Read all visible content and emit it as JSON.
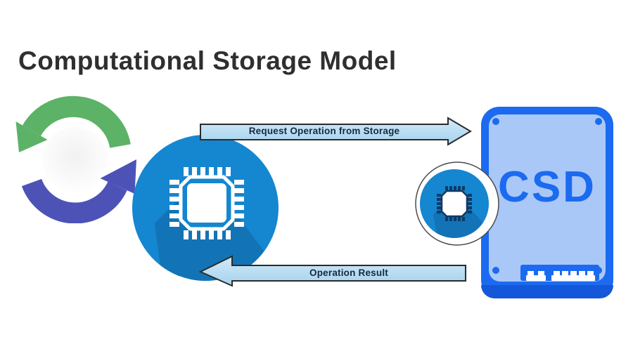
{
  "title": "Computational Storage Model",
  "arrows": {
    "request": {
      "label": "Request Operation from Storage",
      "direction": "right"
    },
    "result": {
      "label": "Operation Result",
      "direction": "left"
    }
  },
  "device": {
    "label": "CSD",
    "type": "computational-storage-drive"
  },
  "icons": {
    "left": "sync-icon",
    "host_node": "cpu-chip-icon",
    "device_node": "cpu-chip-icon",
    "device_body": "ssd-device-icon",
    "connector": "ssd-connector-icon",
    "screws": "screw-icon"
  },
  "colors": {
    "node_blue": "#1586d0",
    "node_shadow": "rgba(8,45,80,0.20)",
    "device_border_blue": "#1b6af0",
    "device_fill_blue": "#a9c8f7",
    "device_base_blue": "#1457d8",
    "sync_green": "#5cb267",
    "sync_indigo": "#4d53b6",
    "arrow_fill_top": "#d2eaf8",
    "arrow_fill_bottom": "#a4d2ee",
    "arrow_outline": "#2b2b2b",
    "label_navy": "#16293e",
    "title_gray": "#2f2f2f"
  }
}
